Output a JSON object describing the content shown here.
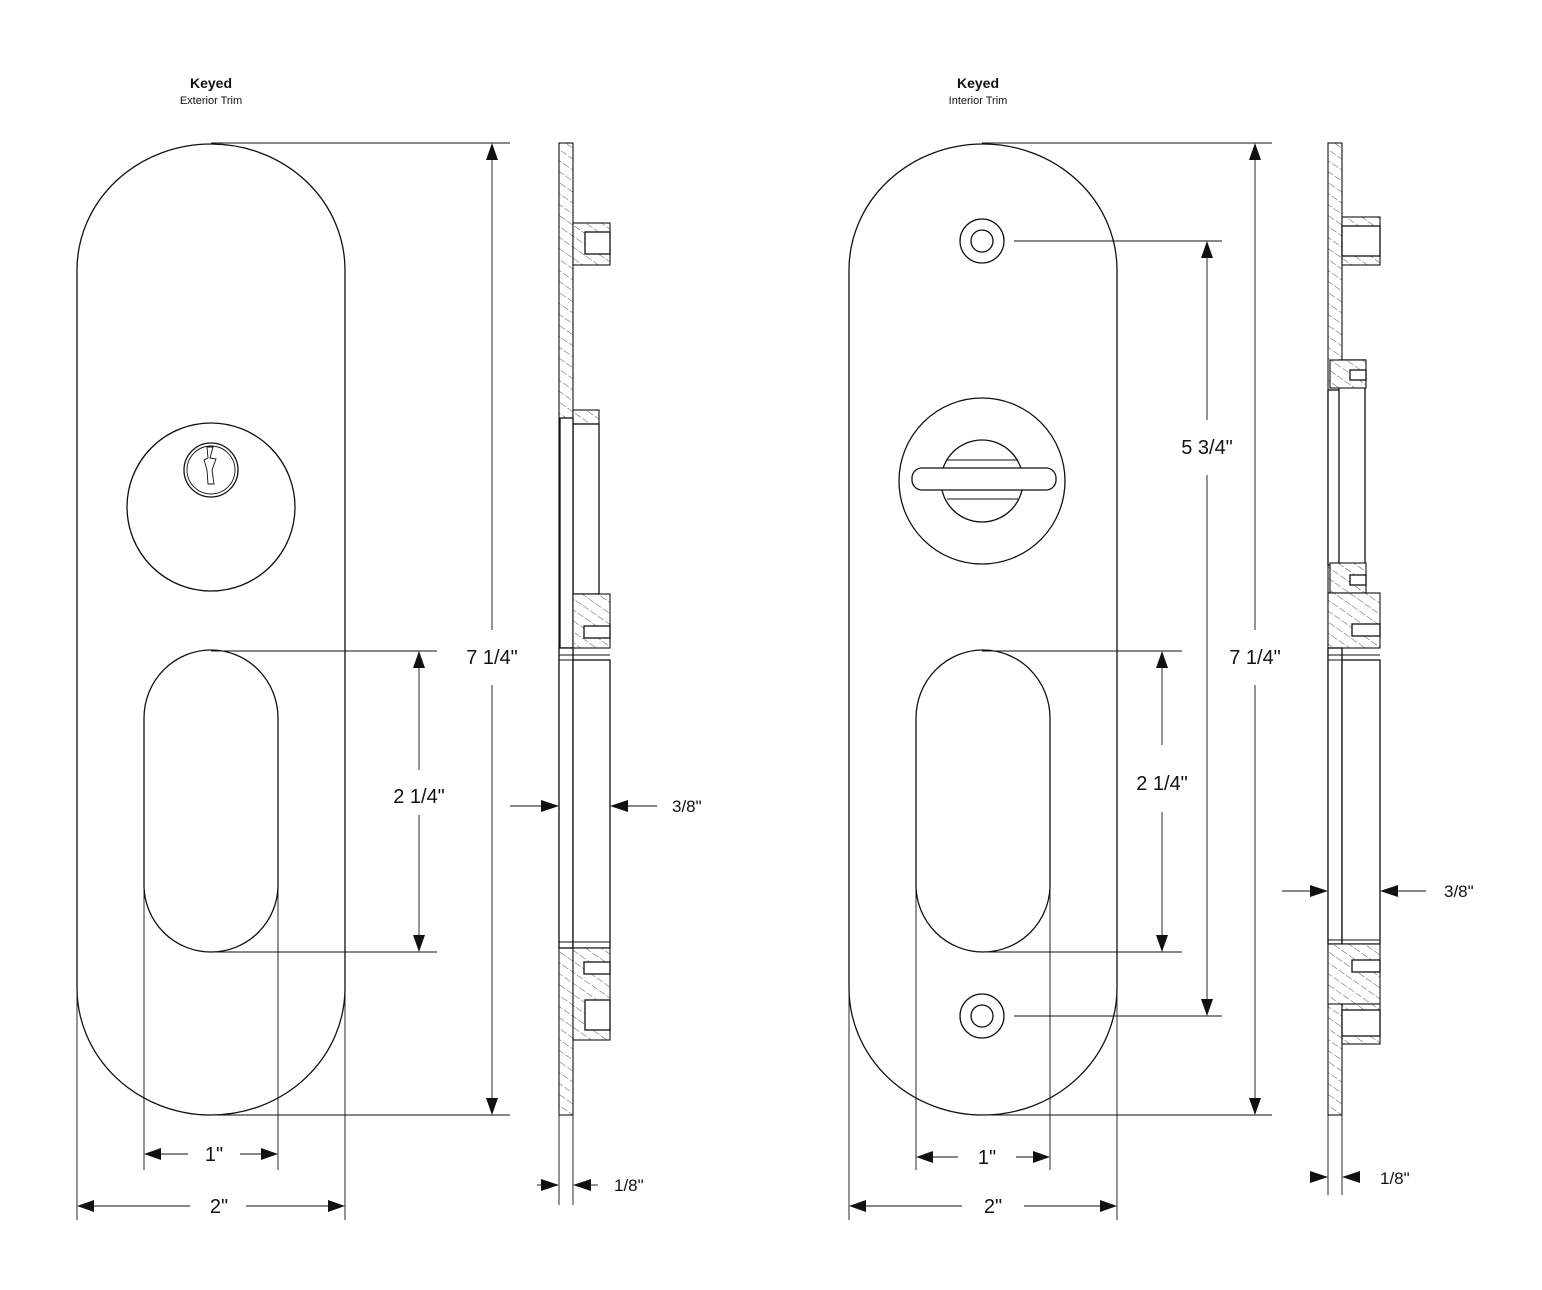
{
  "exterior_view": {
    "title": "Keyed",
    "subtitle": "Exterior Trim",
    "dims": {
      "overall_height": "7 1/4\"",
      "pull_height": "2 1/4\"",
      "pull_width": "1\"",
      "overall_width": "2\"",
      "projection": "3/8\"",
      "plate_thickness": "1/8\""
    }
  },
  "interior_view": {
    "title": "Keyed",
    "subtitle": "Interior Trim",
    "dims": {
      "screw_spacing": "5 3/4\"",
      "overall_height": "7 1/4\"",
      "pull_height": "2 1/4\"",
      "pull_width": "1\"",
      "overall_width": "2\"",
      "projection": "3/8\"",
      "plate_thickness": "1/8\""
    }
  }
}
